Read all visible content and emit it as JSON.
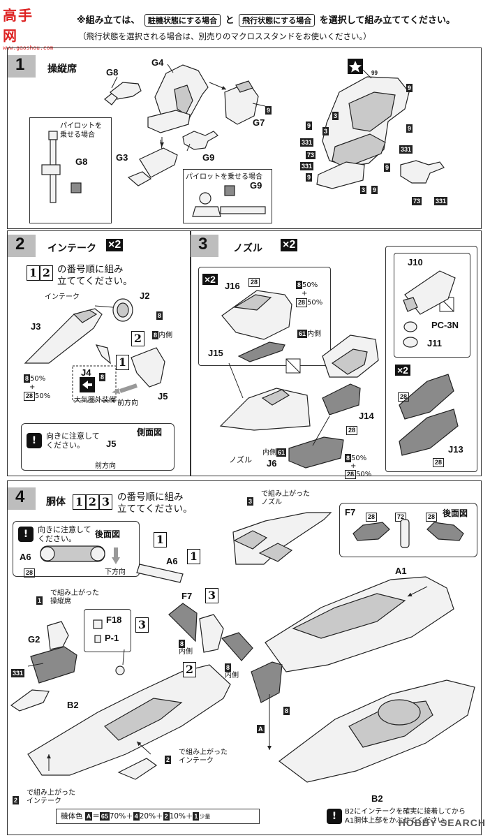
{
  "header": {
    "logo_big": "高手网",
    "logo_small": "www.gaoshou.com",
    "instruction_prefix": "※組み立ては、",
    "option_ground": "駐機状態にする場合",
    "connector": "と",
    "option_flight": "飛行状態にする場合",
    "instruction_suffix": "を選択して組み立ててください。",
    "sub_note": "（飛行状態を選択される場合は、別売りのマクロススタンドをお使いください。）"
  },
  "step1": {
    "number": "1",
    "title": "操縦席",
    "labels": {
      "g8": "G8",
      "g4": "G4",
      "g7": "G7",
      "g3": "G3",
      "g9": "G9",
      "g8b": "G8",
      "g9b": "G9"
    },
    "pilot_on_board": "パイロットを乗せる場合",
    "pilot_box_line1": "パイロットを",
    "pilot_box_line2": "乗せる場合",
    "codes": {
      "c9": "9",
      "c3": "3",
      "c331": "331",
      "c73": "73",
      "c99": "99"
    }
  },
  "step2": {
    "number": "2",
    "title": "インテーク",
    "multiplier": "×2",
    "order_n1": "1",
    "order_n2": "2",
    "order_text1": "の番号順に組み",
    "order_text2": "立ててください。",
    "intake_label": "インテーク",
    "labels": {
      "j2": "J2",
      "j3": "J3",
      "j4": "J4",
      "j5": "J5",
      "j5b": "J5"
    },
    "c8": "8",
    "c28": "28",
    "inside": "内側",
    "pct50": "50%",
    "plus": "+",
    "forward": "前方向",
    "forward2": "前方向",
    "num1": "1",
    "num2": "2",
    "outer_equipment": "大気圏外装備",
    "note_line1": "向きに注意して",
    "note_line2": "ください。",
    "side_view": "側面図"
  },
  "step3": {
    "number": "3",
    "title": "ノズル",
    "multiplier": "×2",
    "multiplier_inner": "×2",
    "labels": {
      "j16": "J16",
      "j15": "J15",
      "j14": "J14",
      "j6": "J6",
      "j10": "J10",
      "j11": "J11",
      "j13": "J13",
      "pc3n": "PC-3N"
    },
    "c8": "8",
    "c28": "28",
    "c61": "61",
    "pct50": "50%",
    "plus": "+",
    "inside": "内側",
    "nozzle": "ノズル"
  },
  "step4": {
    "number": "4",
    "title": "胴体",
    "order_n1": "1",
    "order_n2": "2",
    "order_n3": "3",
    "order_text1": "の番号順に組み",
    "order_text2": "立ててください。",
    "note_line1": "向きに注意して",
    "note_line2": "ください。",
    "rear_view": "後面図",
    "rear_view2": "後面図",
    "downward": "下方向",
    "from_step1_a": "で組み上がった",
    "from_step1_b": "操縦席",
    "from_step3_a": "で組み上がった",
    "from_step3_b": "ノズル",
    "from_step2_a": "で組み上がった",
    "from_step2_b": "インテーク",
    "labels": {
      "a6": "A6",
      "a6b": "A6",
      "f7": "F7",
      "f7b": "F7",
      "f18": "F18",
      "p1": "P-1",
      "g2": "G2",
      "b2": "B2",
      "b2b": "B2",
      "a1": "A1",
      "a": "A"
    },
    "c28": "28",
    "c72": "72",
    "c8": "8",
    "c331": "331",
    "c1": "1",
    "c3": "3",
    "c2": "2",
    "inside": "内側",
    "body_color_label": "機体色",
    "body_color_a": "A",
    "body_color_eq": "＝",
    "color_65": "65",
    "color_65_pct": "70%＋",
    "color_4": "4",
    "color_4_pct": "20%＋",
    "color_2": "2",
    "color_2_pct": "10%＋",
    "color_1": "1",
    "color_1_pct": "少量",
    "bottom_note_1": "B2にインテークを確実に接着してから",
    "bottom_note_2": "A1胴体上部をかぶせてください。"
  },
  "watermark": "HOBBY SEARCH"
}
